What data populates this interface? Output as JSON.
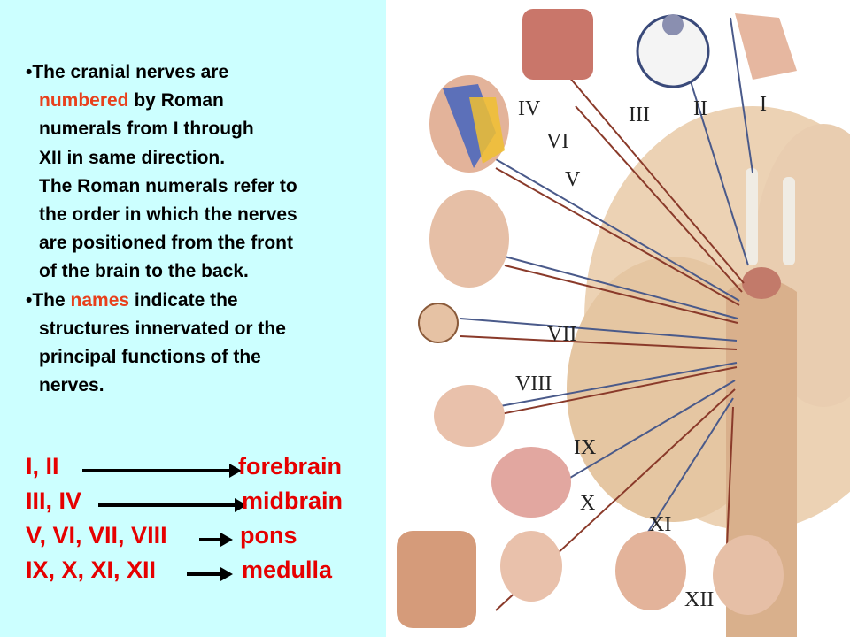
{
  "bullets": {
    "b1": {
      "line1_prefix": "The cranial nerves are",
      "line2_red": "numbered",
      "line2_rest": " by Roman",
      "line3": "numerals from I through",
      "line4": "XII in same direction.",
      "line5": "The Roman numerals refer to",
      "line6": "the order in which the nerves",
      "line7": "are positioned from the front",
      "line8": "of the brain to the back."
    },
    "b2": {
      "line1_prefix": "The ",
      "line1_red": "names",
      "line1_rest": " indicate the",
      "line2": "structures innervated or the",
      "line3": "principal functions of the",
      "line4": "nerves."
    },
    "bullet_char": "•"
  },
  "mapping": [
    {
      "nerves": "I, II",
      "region": "forebrain"
    },
    {
      "nerves": "III, IV",
      "region": "midbrain"
    },
    {
      "nerves": "V, VI, VII, VIII",
      "region": "pons"
    },
    {
      "nerves": "IX, X, XI, XII",
      "region": "medulla"
    }
  ],
  "diagram_labels": {
    "I": "I",
    "II": "II",
    "III": "III",
    "IV": "IV",
    "V": "V",
    "VI": "VI",
    "VII": "VII",
    "VIII": "VIII",
    "IX": "IX",
    "X": "X",
    "XI": "XI",
    "XII": "XII"
  },
  "colors": {
    "left_bg": "#ccffff",
    "accent_red": "#e8401c",
    "mapping_red": "#e60000"
  }
}
